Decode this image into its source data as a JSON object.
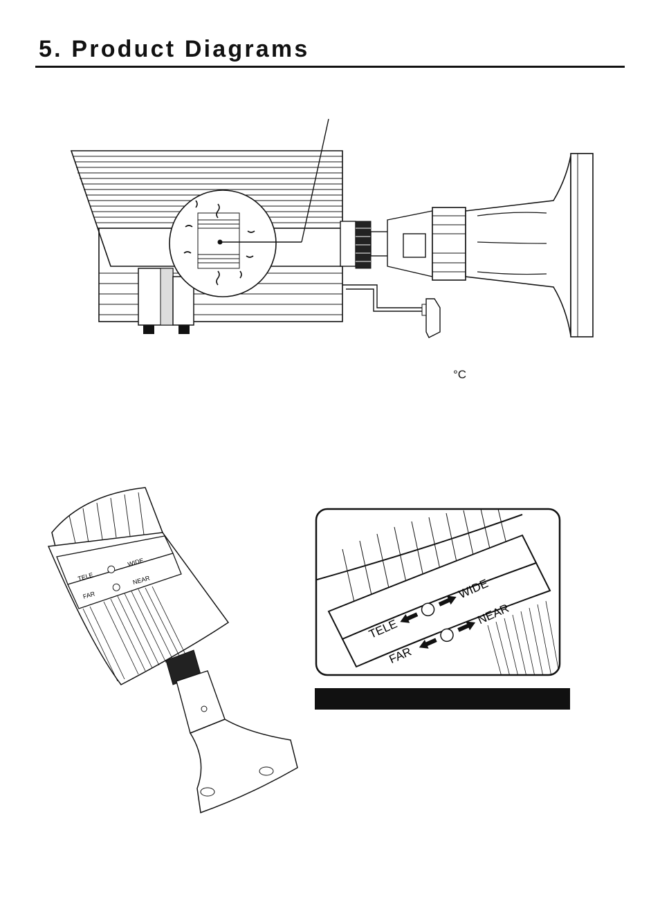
{
  "page": {
    "title": "5. Product Diagrams"
  },
  "side_view": {
    "temperature_unit": "°C"
  },
  "lens_rings": {
    "zoom_ring": {
      "left_label": "TELE",
      "right_label": "WIDE"
    },
    "focus_ring": {
      "left_label": "FAR",
      "right_label": "NEAR"
    }
  }
}
